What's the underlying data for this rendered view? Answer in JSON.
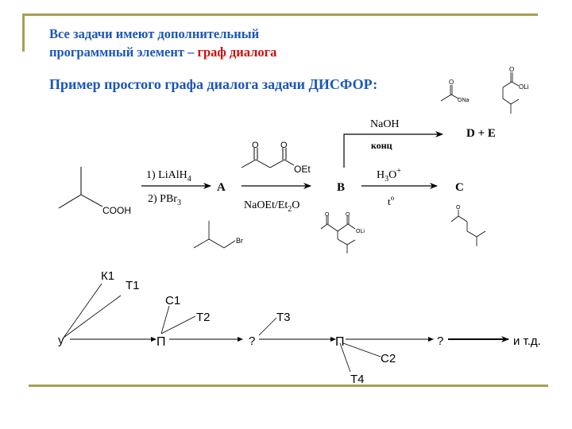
{
  "slide": {
    "title_line1": "Все задачи имеют дополнительный",
    "title_line2_prefix": "программный элемент – ",
    "title_line2_highlight": "граф диалога",
    "subtitle": "Пример простого графа диалога задачи ДИСФОР:",
    "colors": {
      "text": "#1a56b8",
      "highlight": "#cc1111",
      "rule": "#a9a051"
    }
  },
  "reaction": {
    "start_label": "COOH",
    "step1_top": "1) LiAlH",
    "step1_top_sub": "4",
    "step1_bottom": "2) PBr",
    "step1_bottom_sub": "3",
    "product_a": "A",
    "reagent_oet": "OEt",
    "step2_bottom_pre": "NaOEt/Et",
    "step2_bottom_sub": "2",
    "step2_bottom_post": "O",
    "product_b": "B",
    "branch_top": "NaOH",
    "branch_bottom": "конц",
    "product_de": "D + E",
    "step3_top": "H",
    "step3_top_sub": "3",
    "step3_top_post": "O",
    "step3_top_sup": "+",
    "step3_bottom": "t",
    "step3_bottom_sup": "o",
    "product_c": "C",
    "small_labels": {
      "ona": "ONa",
      "oli": "OLi",
      "oli2": "OLi",
      "br": "Br",
      "o": "O"
    }
  },
  "graph": {
    "nodes": {
      "y": "у",
      "p1": "П",
      "q1": "?",
      "p2": "П",
      "q2": "?",
      "etc": "и т.д."
    },
    "labels": {
      "k1": "К1",
      "t1": "Т1",
      "c1": "С1",
      "t2": "Т2",
      "t3": "Т3",
      "c2": "С2",
      "t4": "Т4"
    }
  }
}
